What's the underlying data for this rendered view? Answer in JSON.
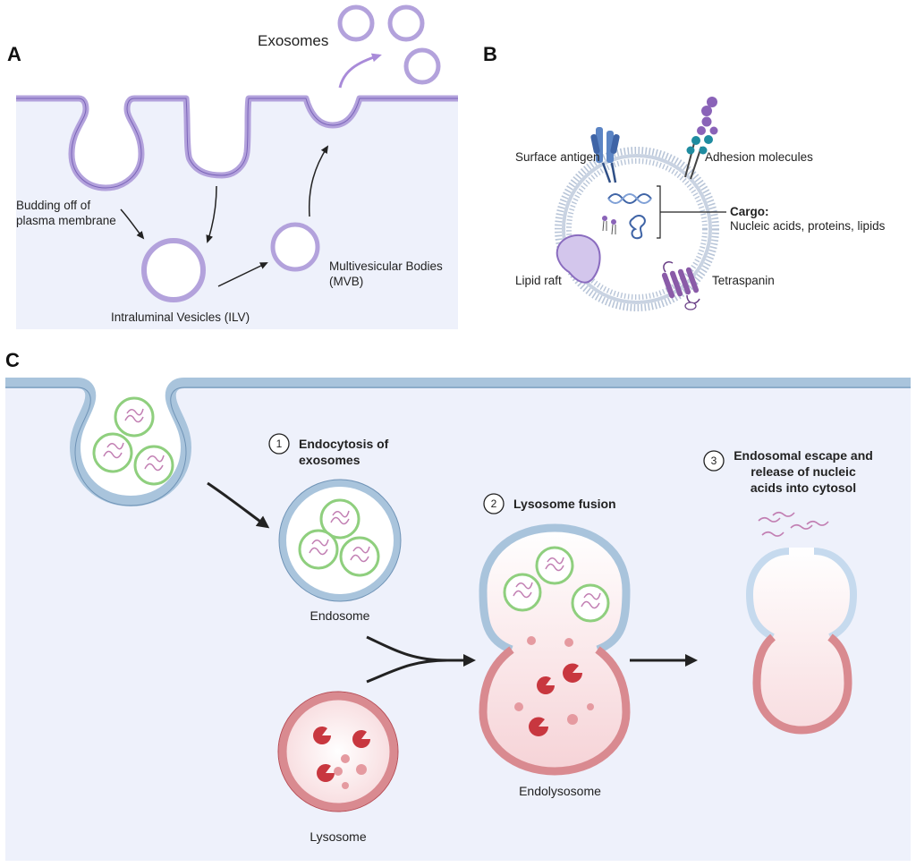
{
  "panels": {
    "a": {
      "letter": "A",
      "exosomes": "Exosomes",
      "budding_line1": "Budding off of",
      "budding_line2": "plasma membrane",
      "ilv": "Intraluminal Vesicles (ILV)",
      "mvb_line1": "Multivesicular Bodies",
      "mvb_line2": "(MVB)"
    },
    "b": {
      "letter": "B",
      "surface_antigen": "Surface antigen",
      "adhesion_molecules": "Adhesion molecules",
      "cargo_title": "Cargo:",
      "cargo_items": "Nucleic acids, proteins, lipids",
      "lipid_raft": "Lipid raft",
      "tetraspanin": "Tetraspanin"
    },
    "c": {
      "letter": "C",
      "step1_num": "1",
      "step1_line1": "Endocytosis of",
      "step1_line2": "exosomes",
      "step2_num": "2",
      "step2_label": "Lysosome fusion",
      "step3_num": "3",
      "step3_line1": "Endosomal escape and",
      "step3_line2": "release of nucleic",
      "step3_line3": "acids into cytosol",
      "endosome": "Endosome",
      "lysosome": "Lysosome",
      "endolysosome": "Endolysosome"
    }
  },
  "colors": {
    "cytoplasm": "#eef1fb",
    "membrane_purple": "#b3a2dc",
    "membrane_blue": "#a9c4dc",
    "vesicle_green": "#8fcf7e",
    "lysosome_red": "#c9545c",
    "enzyme_red": "#c8373f",
    "cargo_pink": "#c27fb3"
  }
}
